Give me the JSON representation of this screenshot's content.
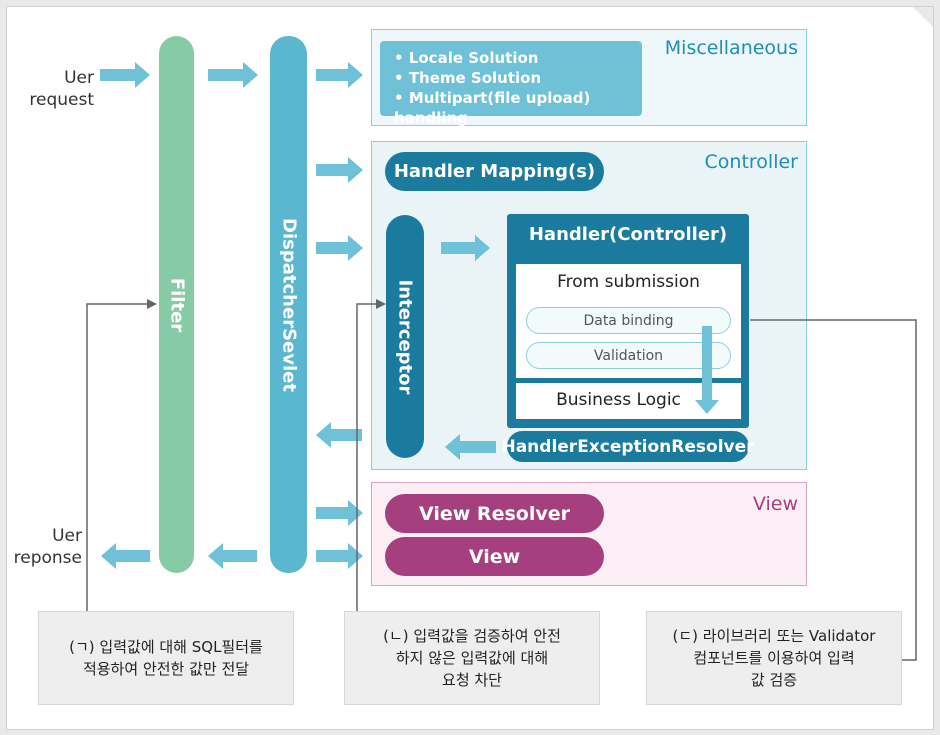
{
  "colors": {
    "arrow": "#6fc1d8",
    "filter": "#86cba6",
    "dispatcher": "#5bb6d0",
    "dark_blue": "#1b7b9e",
    "view_pink": "#a63f7e",
    "misc_title": "#1f8fb0",
    "view_title": "#a63f7e",
    "connector": "#666666"
  },
  "labels": {
    "user_request": [
      "Uer",
      "request"
    ],
    "user_response": [
      "Uer",
      "reponse"
    ]
  },
  "columns": {
    "filter": "Filter",
    "dispatcher": "DispatcherSevlet",
    "interceptor": "Interceptor"
  },
  "misc": {
    "title": "Miscellaneous",
    "items": [
      "Locale Solution",
      "Theme Solution",
      "Multipart(file upload) handling"
    ]
  },
  "controller": {
    "title": "Controller",
    "handler_mapping": "Handler Mapping(s)",
    "handler_title": "Handler(Controller)",
    "form_submission": "From submission",
    "data_binding": "Data binding",
    "validation": "Validation",
    "business_logic": "Business Logic",
    "exception_resolver": "HandlerExceptionResolver"
  },
  "view": {
    "title": "View",
    "view_resolver": "View Resolver",
    "view": "View"
  },
  "notes": [
    {
      "lines": [
        "(ㄱ) 입력값에 대해 SQL필터를",
        "적용하여 안전한 값만 전달"
      ]
    },
    {
      "lines": [
        "(ㄴ) 입력값을 검증하여 안전",
        "하지 않은 입력값에 대해",
        "요청 차단"
      ]
    },
    {
      "lines": [
        "(ㄷ) 라이브러리 또는 Validator",
        "컴포넌트를 이용하여 입력",
        "값 검증"
      ]
    }
  ]
}
